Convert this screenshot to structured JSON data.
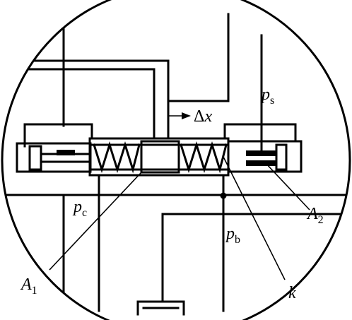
{
  "labels": {
    "ps": {
      "main": "p",
      "sub": "s"
    },
    "pc": {
      "main": "p",
      "sub": "c"
    },
    "pb": {
      "main": "p",
      "sub": "b"
    },
    "A1": {
      "main": "A",
      "sub": "1"
    },
    "A2": {
      "main": "A",
      "sub": "2"
    },
    "k": "k",
    "dx": {
      "delta": "Δ",
      "var": "x"
    }
  }
}
